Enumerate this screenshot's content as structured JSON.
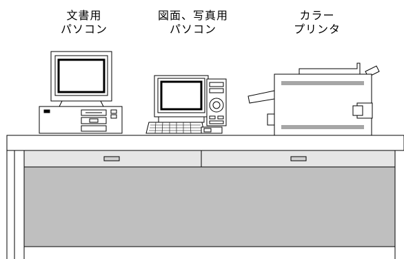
{
  "labels": {
    "document_pc": {
      "line1": "文書用",
      "line2": "パソコン"
    },
    "graphics_pc": {
      "line1": "図面、写真用",
      "line2": "パソコン"
    },
    "color_printer": {
      "line1": "カラー",
      "line2": "プリンタ"
    }
  },
  "colors": {
    "outline": "#000000",
    "desk_top": "#ffffff",
    "drawer_face": "#e6e6e6",
    "cabinet_panel": "#bfbfbf",
    "printer_band": "#a6a6a6"
  }
}
